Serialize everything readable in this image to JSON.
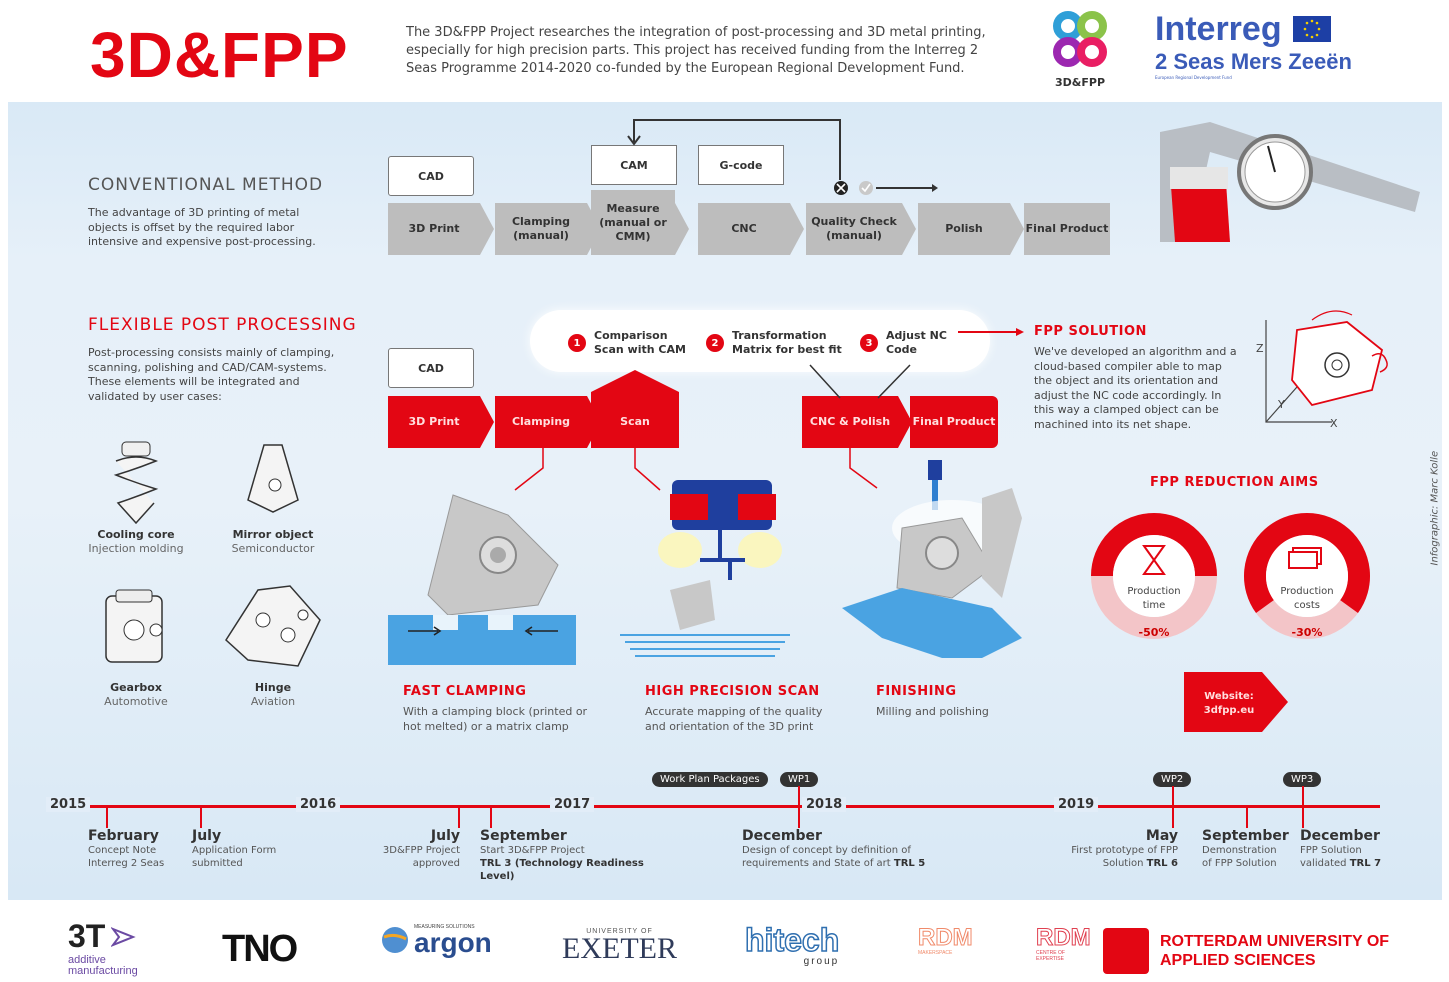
{
  "header": {
    "title": "3D&FPP",
    "intro": "The 3D&FPP Project researches the integration of post-processing and 3D metal printing, especially for high precision parts. This project has received funding from the Interreg 2 Seas Programme 2014-2020 co-funded by the European Regional Development Fund.",
    "logo_label": "3D&FPP",
    "interreg_title": "Interreg",
    "interreg_sub": "2 Seas Mers Zeeën",
    "interreg_small": "European Regional Development Fund"
  },
  "conventional": {
    "title": "CONVENTIONAL METHOD",
    "desc": "The advantage of 3D printing of metal objects is offset by the required labor intensive and expensive post-processing.",
    "steps": [
      "3D Print",
      "Clamping (manual)",
      "Measure (manual or CMM)",
      "CNC",
      "Quality Check (manual)",
      "Polish",
      "Final Product"
    ],
    "tags": [
      "CAD",
      "CAM",
      "G-code"
    ]
  },
  "flexible": {
    "title": "FLEXIBLE POST PROCESSING",
    "desc": "Post-processing consists mainly of clamping, scanning, polishing and CAD/CAM-systems. These elements will be integrated and validated by user cases:",
    "steps": [
      "3D Print",
      "Clamping",
      "Scan",
      "CNC & Polish",
      "Final Product"
    ],
    "tag": "CAD",
    "cloud": [
      {
        "num": "1",
        "text": "Comparison Scan with CAM"
      },
      {
        "num": "2",
        "text": "Transformation Matrix for best fit"
      },
      {
        "num": "3",
        "text": "Adjust NC Code"
      }
    ]
  },
  "use_cases": [
    {
      "name": "Cooling core",
      "sub": "Injection molding"
    },
    {
      "name": "Mirror object",
      "sub": "Semiconductor"
    },
    {
      "name": "Gearbox",
      "sub": "Automotive"
    },
    {
      "name": "Hinge",
      "sub": "Aviation"
    }
  ],
  "captions": [
    {
      "title": "FAST CLAMPING",
      "desc": "With a clamping block (printed or hot melted) or a matrix clamp"
    },
    {
      "title": "HIGH PRECISION SCAN",
      "desc": "Accurate mapping of the quality and orientation of the 3D print"
    },
    {
      "title": "FINISHING",
      "desc": "Milling and polishing"
    }
  ],
  "solution": {
    "title": "FPP SOLUTION",
    "desc": "We've developed an algorithm and a cloud-based compiler able to map the object and its orientation and adjust the NC code accordingly. In this way a clamped object can be machined into its net shape.",
    "axes": [
      "Z",
      "Y",
      "X"
    ]
  },
  "aims": {
    "title": "FPP REDUCTION AIMS",
    "items": [
      {
        "label": "Production time",
        "value": "-50%",
        "fraction": 0.5
      },
      {
        "label": "Production costs",
        "value": "-30%",
        "fraction": 0.3
      }
    ],
    "website": "Website: 3dfpp.eu"
  },
  "credit": "Infographic: Marc Kolle",
  "timeline": {
    "years": [
      "2015",
      "2016",
      "2017",
      "2018",
      "2019"
    ],
    "pills": [
      "Work Plan Packages",
      "WP1",
      "WP2",
      "WP3"
    ],
    "events": [
      {
        "month": "February",
        "desc": "Concept Note Interreg 2 Seas"
      },
      {
        "month": "July",
        "desc": "Application Form submitted"
      },
      {
        "month": "July",
        "desc": "3D&FPP Project approved"
      },
      {
        "month": "September",
        "desc": "Start 3D&FPP Project",
        "bold": "TRL 3 (Technology Readiness Level)"
      },
      {
        "month": "December",
        "desc": "Design of concept by definition of requirements and State of art",
        "bold": "TRL 5"
      },
      {
        "month": "May",
        "desc": "First prototype of FPP Solution",
        "bold": "TRL 6"
      },
      {
        "month": "September",
        "desc": "Demonstration of FPP Solution"
      },
      {
        "month": "December",
        "desc": "FPP Solution validated",
        "bold": "TRL 7"
      }
    ]
  },
  "partners": {
    "p1_main": "3T",
    "p1_sub": "additive manufacturing",
    "p2": "TNO",
    "p3_small": "MEASURING SOLUTIONS",
    "p3": "argon",
    "p4_small": "UNIVERSITY OF",
    "p4": "EXETER",
    "p5": "hitech",
    "p5_sub": "group",
    "p6": "RDM",
    "p6_sub": "MAKERSPACE",
    "p7": "RDM",
    "p7_sub": "CENTRE OF EXPERTISE",
    "p8": "ROTTERDAM UNIVERSITY OF APPLIED SCIENCES"
  },
  "colors": {
    "red": "#e30613",
    "grey": "#bdbdbd",
    "blue": "#2f7fd0",
    "dark": "#333333"
  }
}
